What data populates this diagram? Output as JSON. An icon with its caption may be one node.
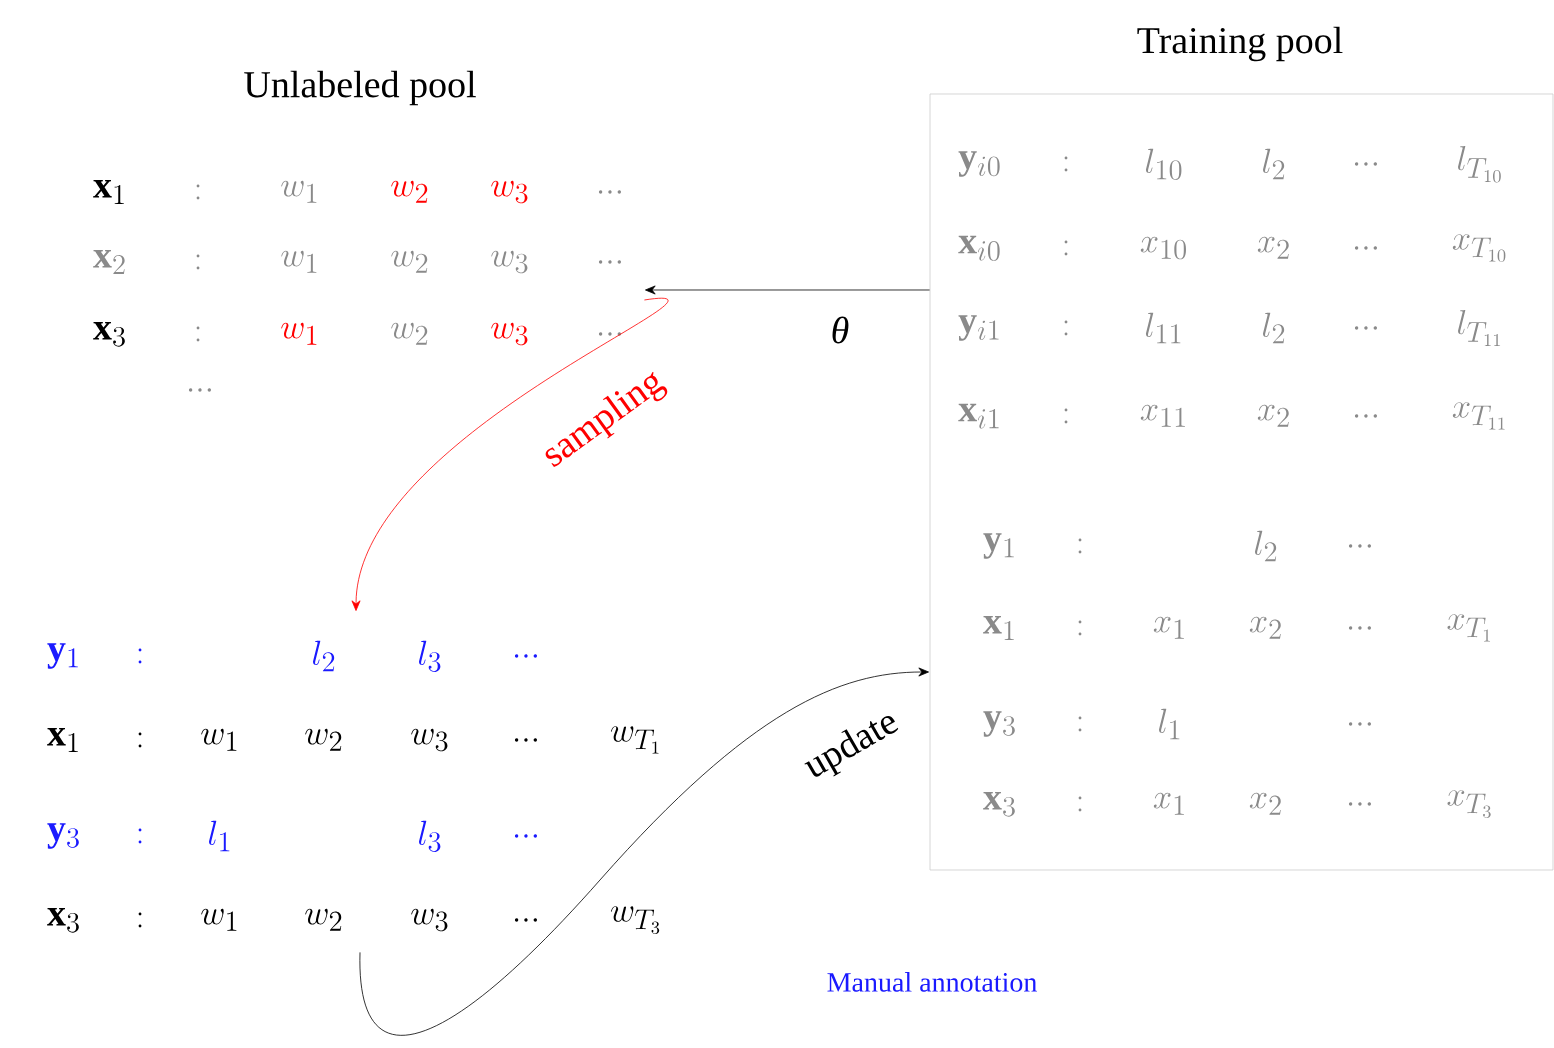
{
  "diagram": {
    "nodes": [
      {
        "text": [
          "Unlabeled pool",
          "\\mathbf{x}_1",
          ":",
          "w_1",
          "w_2",
          "w_3",
          "...",
          "\\mathbf{x}_2",
          ":",
          "w_1",
          "w_2",
          "w_3",
          "...",
          "\\mathbf{x}_3",
          ":",
          "w_1",
          "w_2",
          "w_3",
          "...",
          "..."
        ]
      },
      {
        "text": [
          "Training pool",
          "\\mathbf{y}_{i0}",
          ":",
          "l_{10}",
          "l_2",
          "...",
          "l_{T_{10}}",
          "\\mathbf{x}_{i0}",
          ":",
          "x_{10}",
          "x_2",
          "...",
          "x_{T_{10}}",
          "\\mathbf{y}_{i1}",
          ":",
          "l_{11}",
          "l_2",
          "...",
          "l_{T_{11}}",
          "\\mathbf{x}_{i1}",
          ":",
          "x_{11}",
          "x_2",
          "...",
          "x_{T_{11}}",
          "\\mathbf{y}_1",
          ":",
          "l_2",
          "...",
          "\\mathbf{x}_1",
          ":",
          "x_1",
          "x_2",
          "...",
          "x_{T_1}",
          "\\mathbf{y}_3",
          ":",
          "l_1",
          "...",
          "\\mathbf{x}_3",
          ":",
          "x_1",
          "x_2",
          "...",
          "x_{T_3}"
        ]
      },
      {
        "text": [
          "\\mathbf{y}_1",
          ":",
          "l_2",
          "l_3",
          "...",
          "\\mathbf{x}_1",
          ":",
          "w_1",
          "w_2",
          "w_3",
          "...",
          "w_{T_1}",
          "\\mathbf{y}_3",
          ":",
          "l_1",
          "l_3",
          "...",
          "\\mathbf{x}_3",
          ":",
          "w_1",
          "w_2",
          "w_3",
          "...",
          "w_{T_3}"
        ],
        "beside": [
          "Manual annotation"
        ]
      }
    ],
    "edges": [
      {
        "from": 1,
        "to": 0,
        "arrow": "to",
        "label": "θ"
      },
      {
        "from": 0,
        "to": 2,
        "arrow": "to",
        "label": "sampling",
        "color": "#ff0000"
      },
      {
        "from": 2,
        "to": 1,
        "arrow": "to",
        "label": "update"
      }
    ]
  }
}
